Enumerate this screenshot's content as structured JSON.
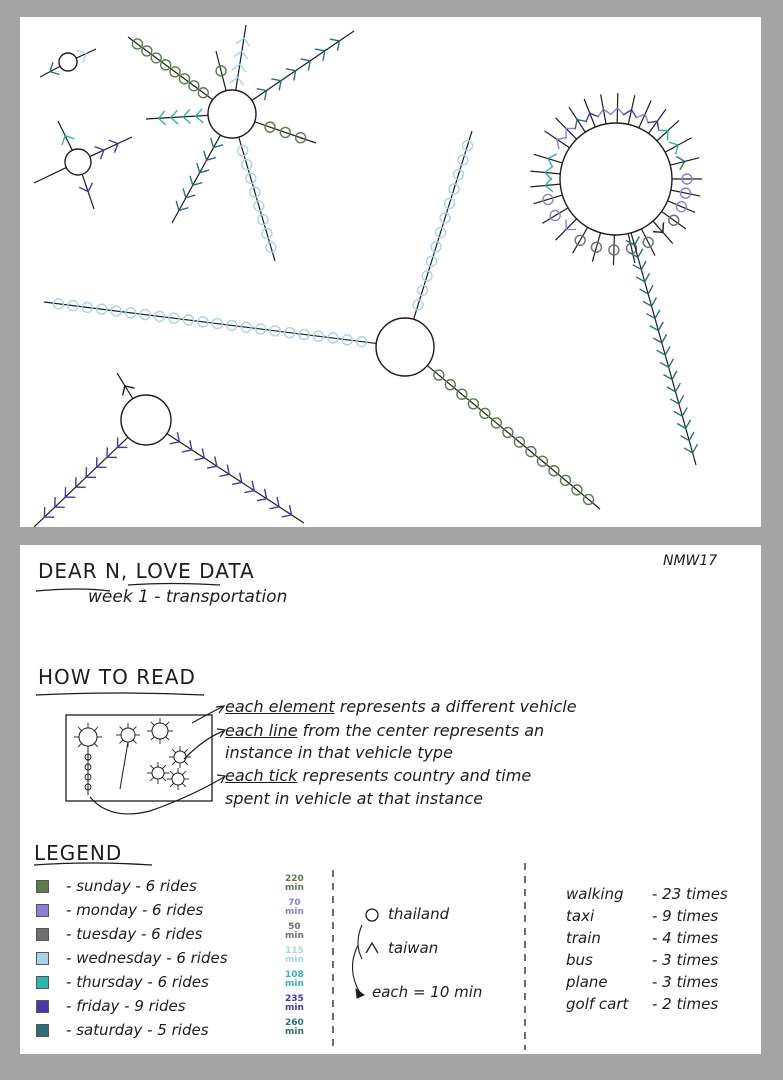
{
  "header": {
    "title": "DEAR N, LOVE DATA",
    "subtitle": "week 1 - transportation",
    "signature": "NMW17"
  },
  "how_to_read": {
    "heading": "HOW TO READ",
    "line1_em": "each element",
    "line1_rest": "represents a different vehicle",
    "line2_em": "each line",
    "line2_rest": "from the center represents an",
    "line3": "instance in that vehicle type",
    "line4_em": "each tick",
    "line4_rest": "represents country and time",
    "line5": "spent in vehicle at that instance"
  },
  "legend": {
    "heading": "LEGEND",
    "days": [
      {
        "day": "sunday",
        "rides": "6 rides",
        "mins": "220",
        "unit": "min",
        "color": "#5d7a4c"
      },
      {
        "day": "monday",
        "rides": "6 rides",
        "mins": "70",
        "unit": "min",
        "color": "#8a7fd0"
      },
      {
        "day": "tuesday",
        "rides": "6 rides",
        "mins": "50",
        "unit": "min",
        "color": "#6f6f6f"
      },
      {
        "day": "wednesday",
        "rides": "6 rides",
        "mins": "115",
        "unit": "min",
        "color": "#a9d3ea"
      },
      {
        "day": "thursday",
        "rides": "6 rides",
        "mins": "108",
        "unit": "min",
        "color": "#2fb4b0"
      },
      {
        "day": "friday",
        "rides": "9 rides",
        "mins": "235",
        "unit": "min",
        "color": "#4a37a8"
      },
      {
        "day": "saturday",
        "rides": "5 rides",
        "mins": "260",
        "unit": "min",
        "color": "#2e6e78"
      }
    ],
    "thailand": "thailand",
    "taiwan": "taiwan",
    "each": "each = 10 min"
  },
  "vehicles": [
    {
      "name": "walking",
      "count": "23 times"
    },
    {
      "name": "taxi",
      "count": "9 times"
    },
    {
      "name": "train",
      "count": "4 times"
    },
    {
      "name": "bus",
      "count": "3 times"
    },
    {
      "name": "plane",
      "count": "3 times"
    },
    {
      "name": "golf cart",
      "count": "2 times"
    }
  ]
}
